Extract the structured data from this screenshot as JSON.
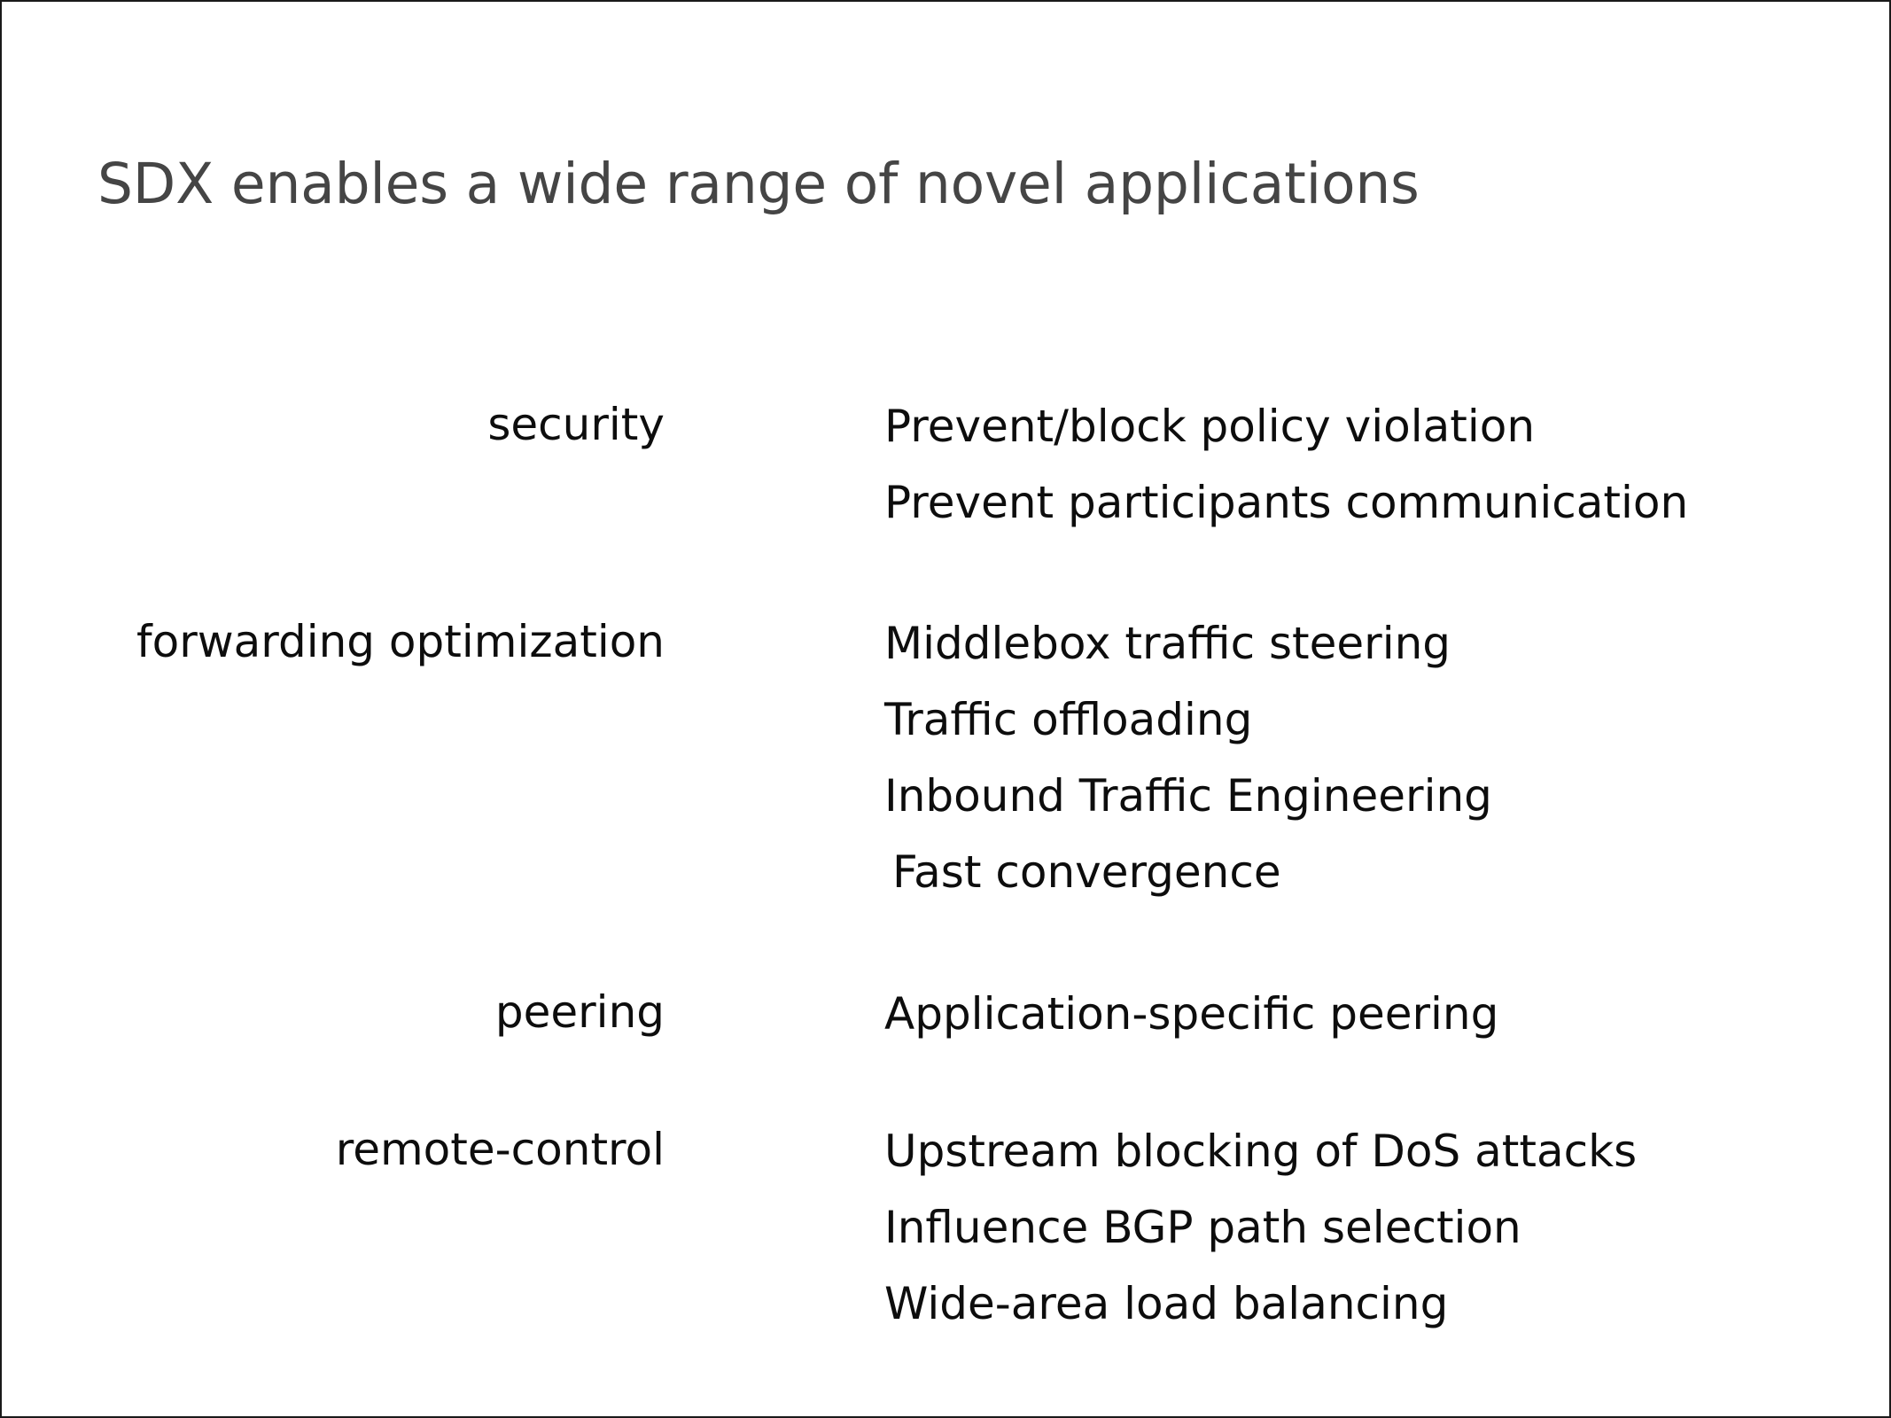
{
  "slide": {
    "title": "SDX enables a wide range of novel applications",
    "background_color": "#ffffff",
    "border_color": "#1a1a1a",
    "title_color": "#454545",
    "body_color": "#0d0d0d"
  },
  "groups": [
    {
      "label": "security",
      "items": [
        {
          "text": "Prevent/block policy violation",
          "indented": false
        },
        {
          "text": "Prevent participants communication",
          "indented": false
        }
      ]
    },
    {
      "label": "forwarding optimization",
      "items": [
        {
          "text": "Middlebox traffic steering",
          "indented": false
        },
        {
          "text": "Traffic offloading",
          "indented": false
        },
        {
          "text": "Inbound Traffic Engineering",
          "indented": false
        },
        {
          "text": "Fast convergence",
          "indented": true
        }
      ]
    },
    {
      "label": "peering",
      "items": [
        {
          "text": "Application-specific peering",
          "indented": false
        }
      ]
    },
    {
      "label": "remote-control",
      "items": [
        {
          "text": "Upstream blocking of DoS attacks",
          "indented": false
        },
        {
          "text": "Influence BGP path selection",
          "indented": false
        },
        {
          "text": "Wide-area load balancing",
          "indented": false
        }
      ]
    }
  ]
}
